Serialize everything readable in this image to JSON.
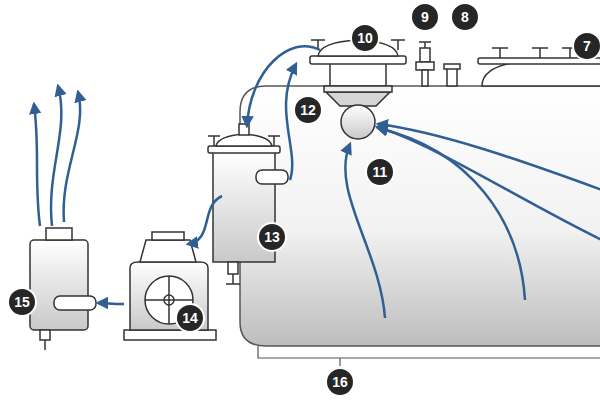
{
  "diagram": {
    "nodes": [
      {
        "text": [
          "9"
        ]
      },
      {
        "text": [
          "8"
        ]
      },
      {
        "text": [
          "10"
        ]
      },
      {
        "text": [
          "7"
        ]
      },
      {
        "text": [
          "12"
        ]
      },
      {
        "text": [
          "11"
        ]
      },
      {
        "text": [
          "13"
        ]
      },
      {
        "text": [
          "15"
        ]
      },
      {
        "text": [
          "14"
        ]
      },
      {
        "text": [
          "16"
        ]
      }
    ]
  }
}
